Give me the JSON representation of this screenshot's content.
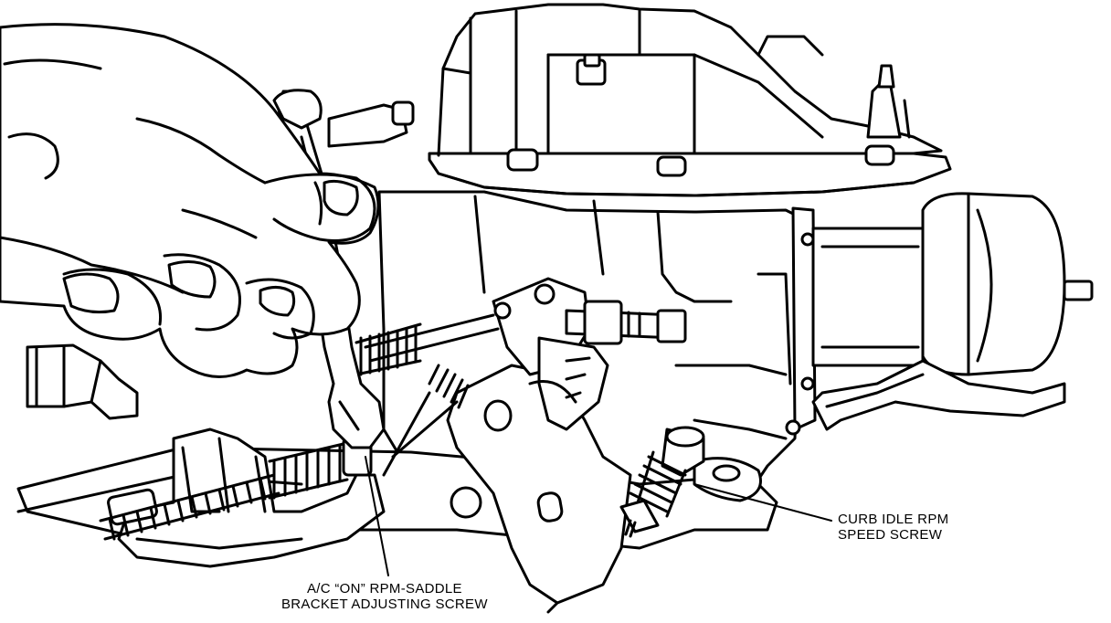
{
  "callouts": {
    "curb_idle": {
      "line1": "CURB IDLE RPM",
      "line2": "SPEED SCREW"
    },
    "ac_on": {
      "line1": "A/C “ON” RPM-SADDLE",
      "line2": "BRACKET ADJUSTING SCREW"
    }
  },
  "colors": {
    "ink": "#000000",
    "paper": "#ffffff"
  }
}
